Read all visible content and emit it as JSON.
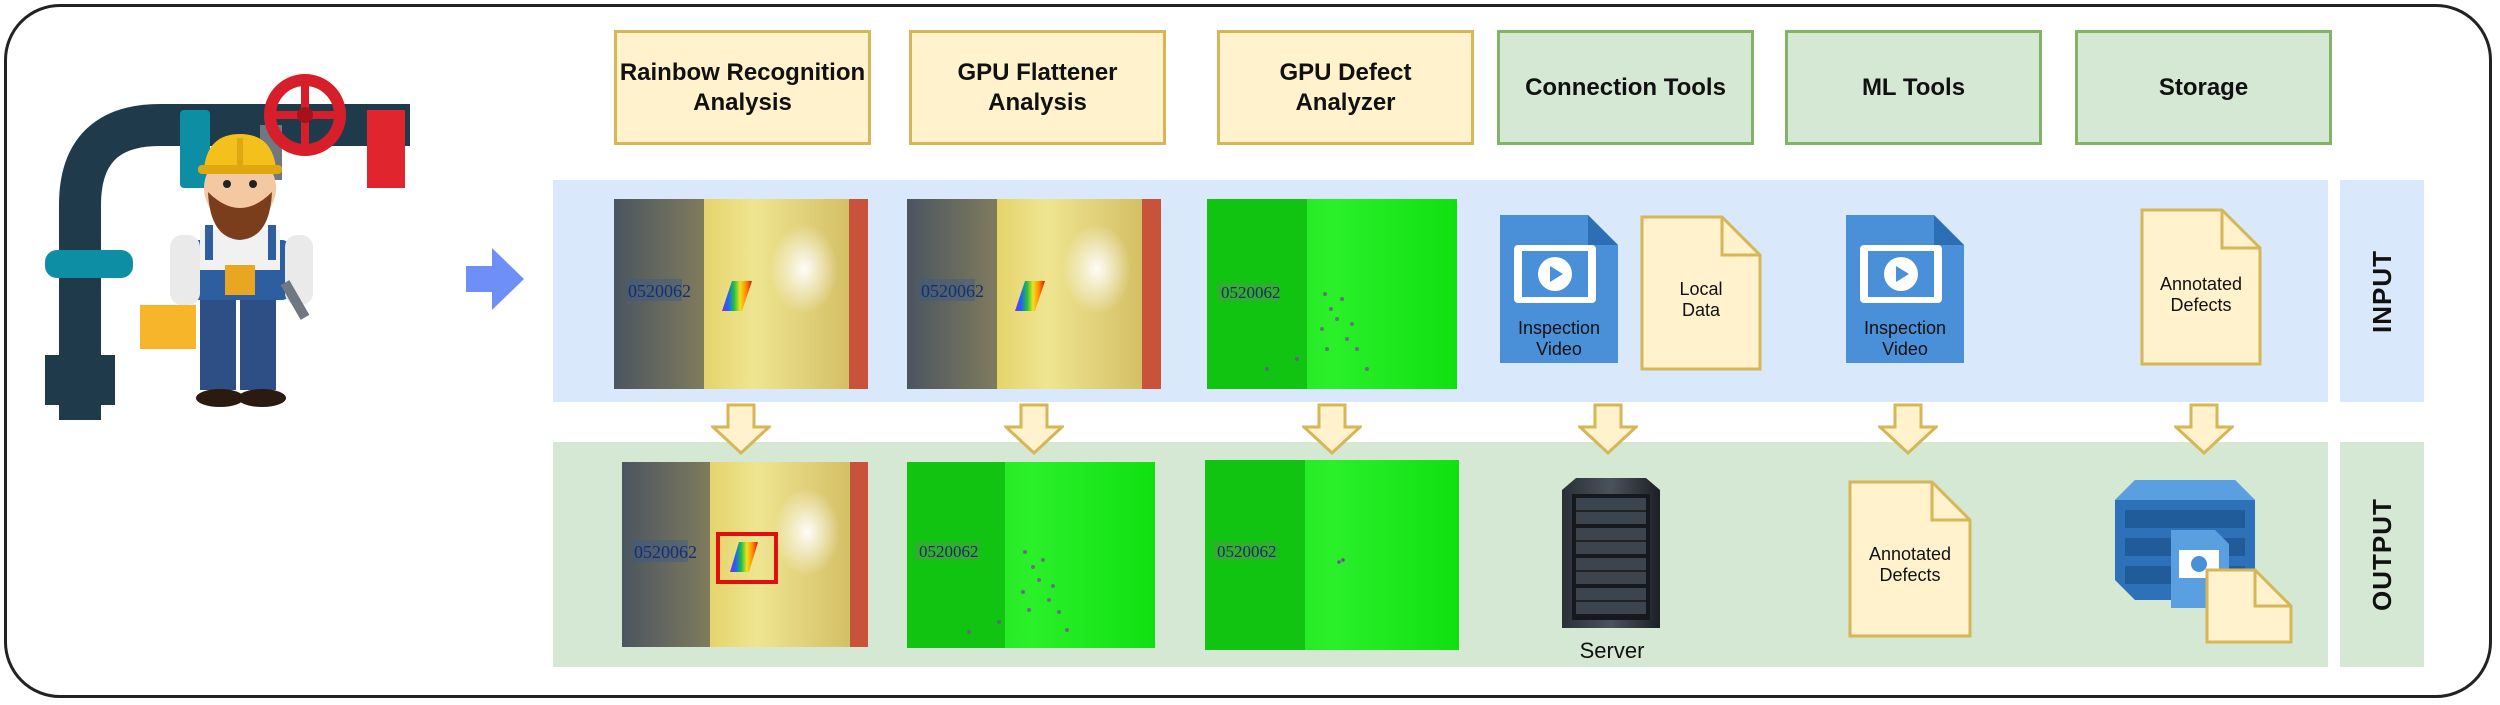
{
  "tools": [
    {
      "label": "Rainbow Recognition\nAnalysis",
      "style": "yellow"
    },
    {
      "label": "GPU Flattener\nAnalysis",
      "style": "yellow"
    },
    {
      "label": "GPU Defect\nAnalyzer",
      "style": "yellow"
    },
    {
      "label": "Connection Tools",
      "style": "green"
    },
    {
      "label": "ML Tools",
      "style": "green"
    },
    {
      "label": "Storage",
      "style": "green"
    }
  ],
  "rows": {
    "input_label": "INPUT",
    "output_label": "OUTPUT"
  },
  "input": {
    "photo_code": "0520062",
    "defect_photo_code": "0520062",
    "inspection_video_1": "Inspection\nVideo",
    "local_data": "Local\nData",
    "inspection_video_2": "Inspection\nVideo",
    "annotated_defects": "Annotated\nDefects"
  },
  "output": {
    "photo_code": "0520062",
    "flattened_code": "0520062",
    "defect_code": "0520062",
    "server_caption": "Server",
    "annotated_defects": "Annotated\nDefects"
  },
  "colors": {
    "tool_yellow_fill": "#fff2cc",
    "tool_yellow_border": "#d6b656",
    "tool_green_fill": "#d5e8d4",
    "tool_green_border": "#82b366",
    "input_band": "#dae8fc",
    "output_band": "#d5e8d4",
    "flow_arrow": "#6d8ff7",
    "down_arrow_fill": "#fff2cc",
    "down_arrow_stroke": "#d6b656",
    "defect_box": "#e01010",
    "video_icon": "#4a90d9",
    "green_filter": "#1aff1a"
  },
  "icons": {
    "worker": "pipe-worker-illustration",
    "flow": "right-arrow-icon",
    "video": "video-file-icon",
    "document": "document-icon",
    "server": "server-rack-icon",
    "database": "database-icon"
  }
}
